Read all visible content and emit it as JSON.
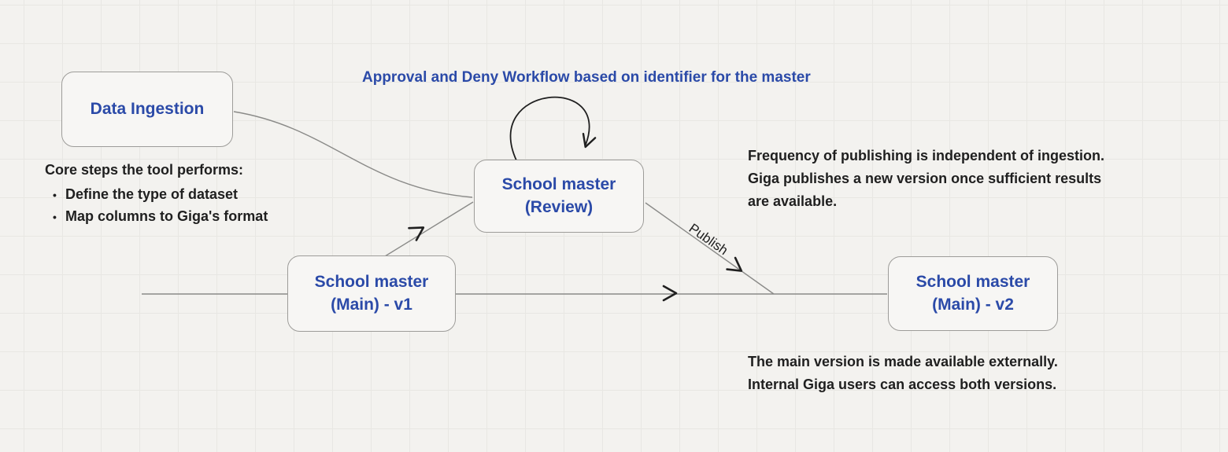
{
  "canvas": {
    "background": "#f3f2ef",
    "grid_color": "#e8e7e3",
    "accent_blue": "#2b4aa8",
    "text_dark": "#1f1f1f",
    "connector_gray": "#8a8a88",
    "arrow_black": "#1f1f1f"
  },
  "title": "Approval and Deny Workflow based on identifier for the master",
  "nodes": {
    "data_ingestion": {
      "label": "Data Ingestion"
    },
    "review": {
      "line1": "School master",
      "line2": "(Review)"
    },
    "main_v1": {
      "line1": "School master",
      "line2": "(Main) - v1"
    },
    "main_v2": {
      "line1": "School master",
      "line2": "(Main) - v2"
    }
  },
  "edge_labels": {
    "publish": "Publish"
  },
  "annotations": {
    "core_steps": {
      "heading": "Core steps the tool performs:",
      "bullets": [
        "Define the type of dataset",
        "Map columns to Giga's format"
      ]
    },
    "publishing_note": {
      "lines": [
        "Frequency of publishing is independent of ingestion.",
        "Giga publishes a new version once sufficient results",
        "are available."
      ]
    },
    "availability_note": {
      "lines": [
        "The main version is made available externally.",
        "Internal Giga users can access both versions."
      ]
    }
  }
}
